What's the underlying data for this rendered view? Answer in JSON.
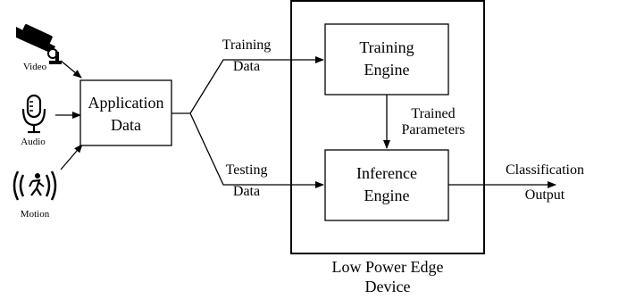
{
  "sources": {
    "video": "Video",
    "audio": "Audio",
    "motion": "Motion"
  },
  "application_box": {
    "line1": "Application",
    "line2": "Data"
  },
  "training_data": {
    "line1": "Training",
    "line2": "Data"
  },
  "testing_data": {
    "line1": "Testing",
    "line2": "Data"
  },
  "training_engine": {
    "line1": "Training",
    "line2": "Engine"
  },
  "inference_engine": {
    "line1": "Inference",
    "line2": "Engine"
  },
  "trained_parameters": {
    "line1": "Trained",
    "line2": "Parameters"
  },
  "output": {
    "line1": "Classification",
    "line2": "Output"
  },
  "device": {
    "line1": "Low Power Edge",
    "line2": "Device"
  },
  "icons": [
    "camera-icon",
    "microphone-icon",
    "motion-icon"
  ]
}
